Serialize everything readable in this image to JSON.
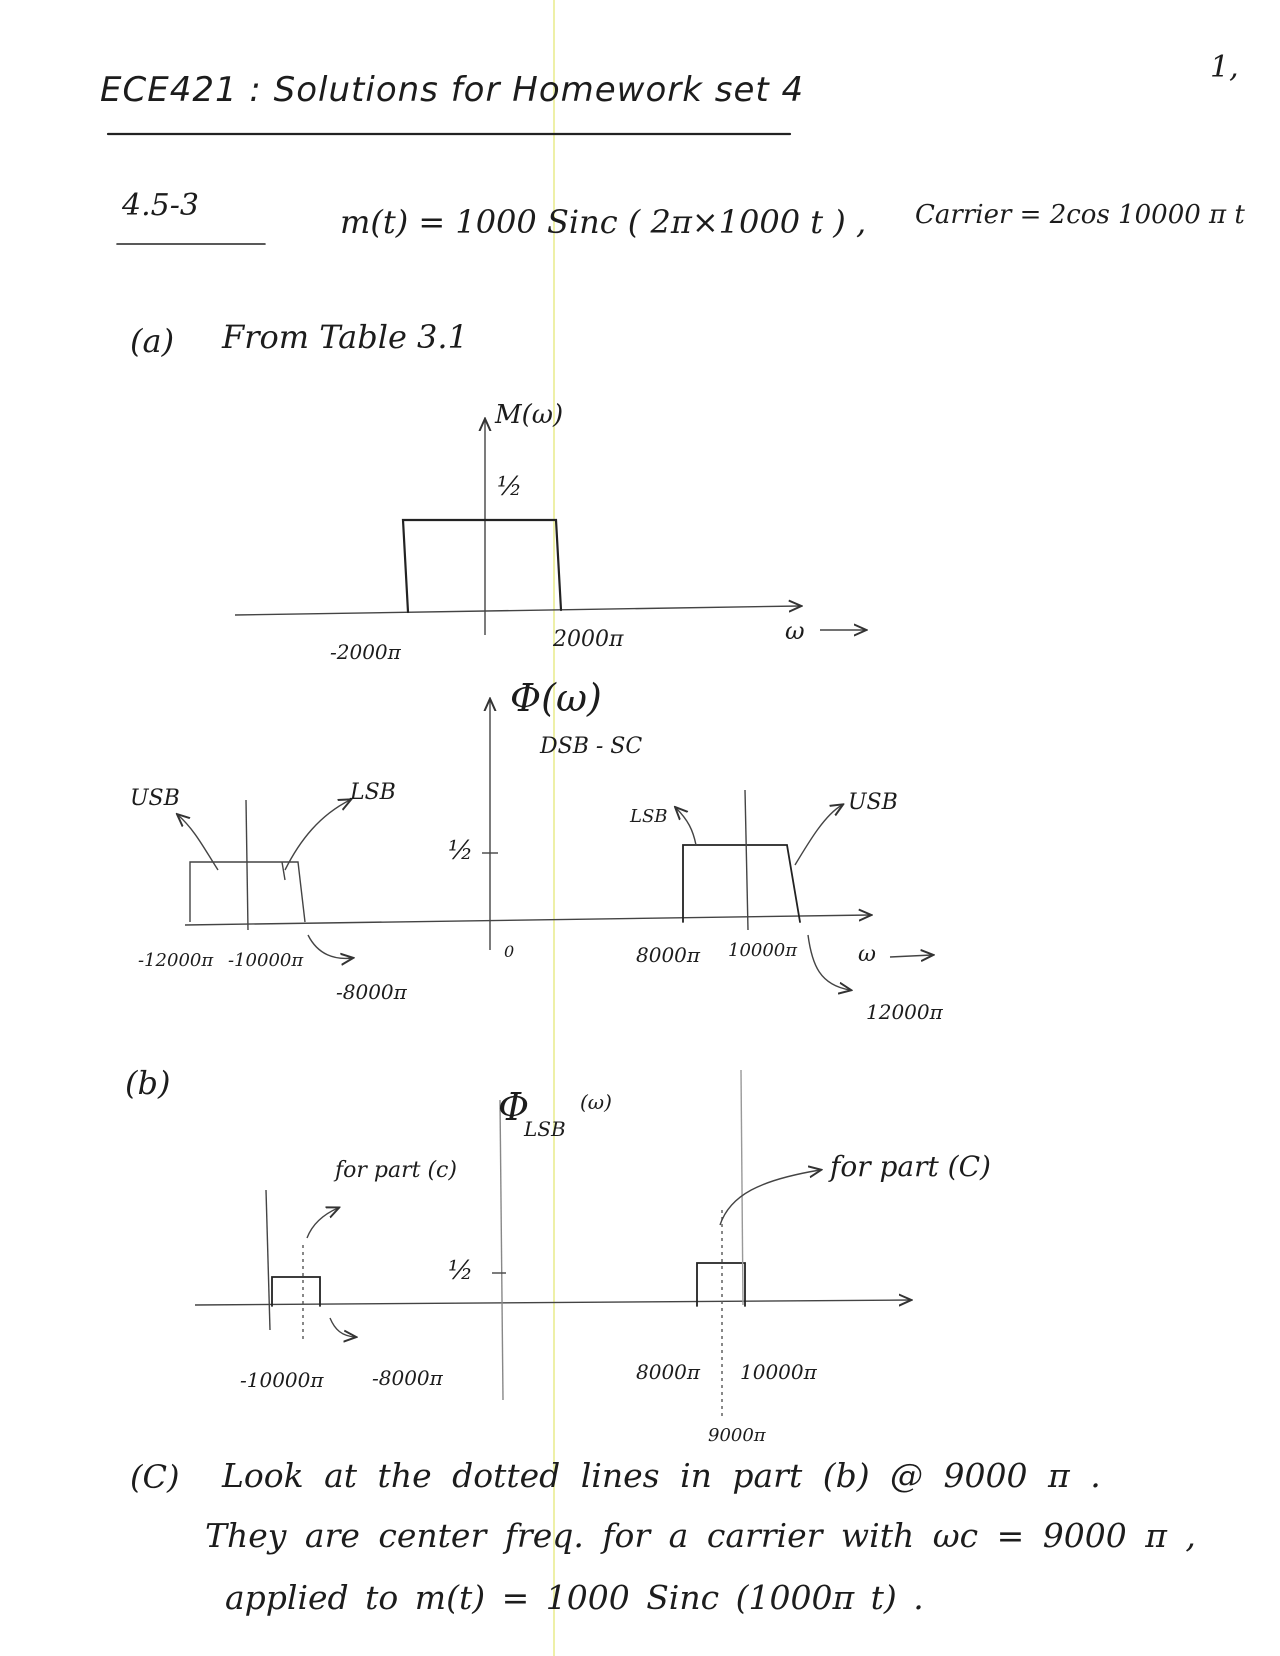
{
  "header": {
    "title": "ECE421 : Solutions for Homework set 4",
    "page_number": "1,"
  },
  "problem": {
    "number": "4.5-3",
    "message": "m(t) = 1000 Sinc ( 2π×1000 t )  ,",
    "carrier": "Carrier = 2cos 10000 π t"
  },
  "part_a": {
    "label": "(a)",
    "intro": "From Table 3.1",
    "spectrum_title": "M(ω)",
    "amplitude": "½",
    "tick_neg": "-2000π",
    "tick_pos": "2000π",
    "omega": "ω ⟶"
  },
  "dsb": {
    "title": "Φ(ω)",
    "subtitle": "DSB - SC",
    "amplitude": "½",
    "usb_left": "USB",
    "lsb_left": "LSB",
    "lsb_right": "LSB",
    "usb_right": "USB",
    "ticks": [
      "-12000π",
      "-10000π",
      "-8000π",
      "0",
      "8000π",
      "10000π",
      "12000π"
    ],
    "omega": "ω ⟶"
  },
  "part_b": {
    "label": "(b)",
    "title": "Φ",
    "title_sub": "LSB",
    "title_arg": "(ω)",
    "amplitude": "½",
    "note_left": "for part (c)",
    "note_right": "for part (C)",
    "ticks": [
      "-10000π",
      "-8000π",
      "8000π",
      "10000π",
      "9000π"
    ]
  },
  "part_c": {
    "label": "(C)",
    "line1": "Look at the dotted lines in part (b) @ 9000 π .",
    "line2": "They are center freq. for a carrier with ωc = 9000 π ,",
    "line3": "applied to m(t) = 1000 Sinc (1000π t) ."
  }
}
